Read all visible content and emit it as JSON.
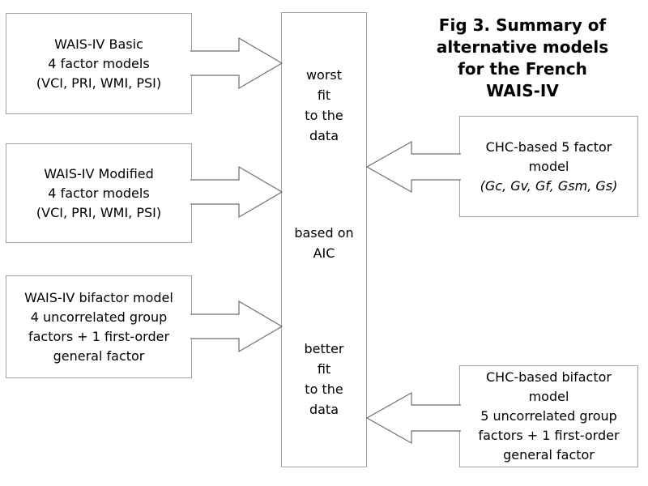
{
  "figure": {
    "title": "Fig 3. Summary of\nalternative models\nfor the French\nWAIS-IV"
  },
  "left_boxes": [
    {
      "text": "WAIS-IV Basic\n4 factor models\n(VCI, PRI, WMI, PSI)"
    },
    {
      "text": "WAIS-IV Modified\n4 factor models\n(VCI, PRI, WMI, PSI)"
    },
    {
      "text": "WAIS-IV bifactor model\n4 uncorrelated group\nfactors + 1 first-order\ngeneral factor"
    }
  ],
  "right_boxes": [
    {
      "text": "CHC-based 5 factor\nmodel",
      "factors_italic": "(Gc, Gv, Gf, Gsm, Gs)"
    },
    {
      "text": "CHC-based bifactor\nmodel\n5 uncorrelated group\nfactors + 1 first-order\ngeneral factor"
    }
  ],
  "center_box": {
    "worst": "worst\nfit\nto the\ndata",
    "middle": "based on\nAIC",
    "better": "better\nfit\nto the\ndata"
  },
  "colors": {
    "background": "#ffffff",
    "box_border": "#a3a3a3",
    "arrow_outline": "#6e6e6e",
    "text": "#000000"
  }
}
